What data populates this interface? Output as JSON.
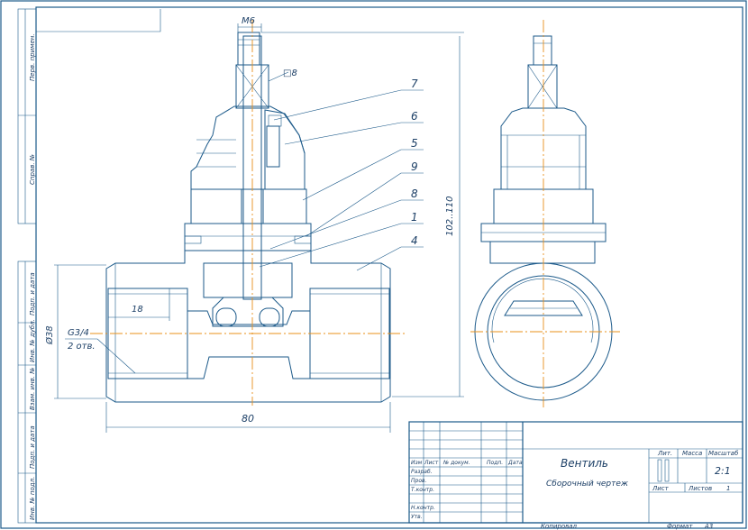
{
  "drawing": {
    "dimensions": {
      "thread_top": "M6",
      "square": "□8",
      "height": "102..110",
      "length": "80",
      "depth": "18",
      "diameter": "Ø38",
      "pipe_thread": "G3/4",
      "holes": "2 отв."
    },
    "callouts": [
      "7",
      "6",
      "5",
      "9",
      "8",
      "1",
      "4"
    ]
  },
  "side_stamps": [
    "Перв. примен.",
    "Справ. №",
    "Подп. и дата",
    "Инв. № дубл.",
    "Взам. инв. №",
    "Подп. и дата",
    "Инв. № подл."
  ],
  "title_block": {
    "title": "Вентиль",
    "subtitle": "Сборочный чертеж",
    "header_cols": [
      "Изм",
      "Лист",
      "№ докум.",
      "Подп.",
      "Дата"
    ],
    "roles": [
      "Разраб.",
      "Пров.",
      "Т.контр.",
      "",
      "Н.контр.",
      "Утв."
    ],
    "lit_label": "Лит.",
    "mass_label": "Масса",
    "scale_label": "Масштаб",
    "scale_value": "2:1",
    "sheet_label": "Лист",
    "sheets_label": "Листов",
    "sheets_value": "1",
    "copied": "Копировал",
    "format_label": "Формат",
    "format_value": "А3"
  }
}
